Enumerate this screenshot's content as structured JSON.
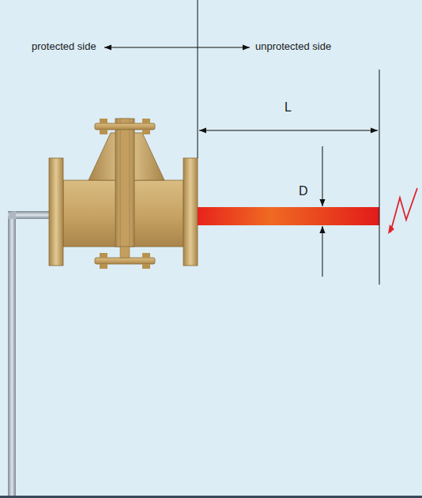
{
  "diagram": {
    "labels": [
      "protected side",
      "unprotected side",
      "L",
      "D"
    ]
  }
}
